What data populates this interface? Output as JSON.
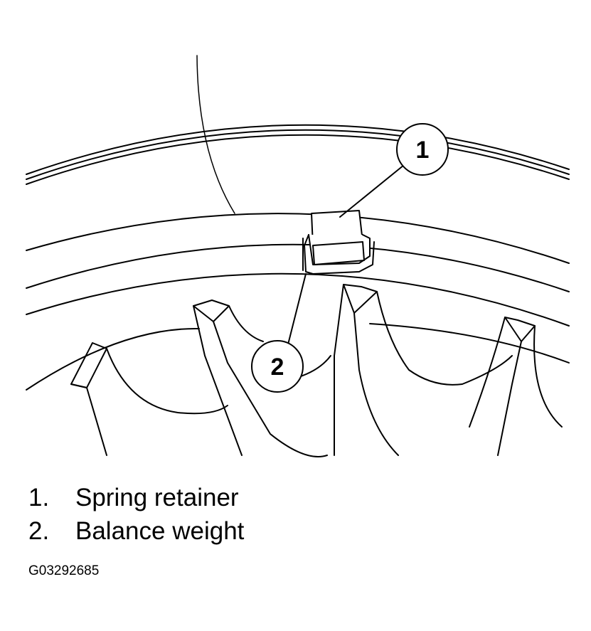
{
  "callouts": [
    {
      "number": "1",
      "label": "Spring retainer"
    },
    {
      "number": "2",
      "label": "Balance weight"
    }
  ],
  "legend": [
    {
      "number": "1.",
      "label": "Spring retainer"
    },
    {
      "number": "2.",
      "label": "Balance weight"
    }
  ],
  "figure_id": "G03292685",
  "colors": {
    "line": "#000000",
    "background": "#ffffff"
  }
}
